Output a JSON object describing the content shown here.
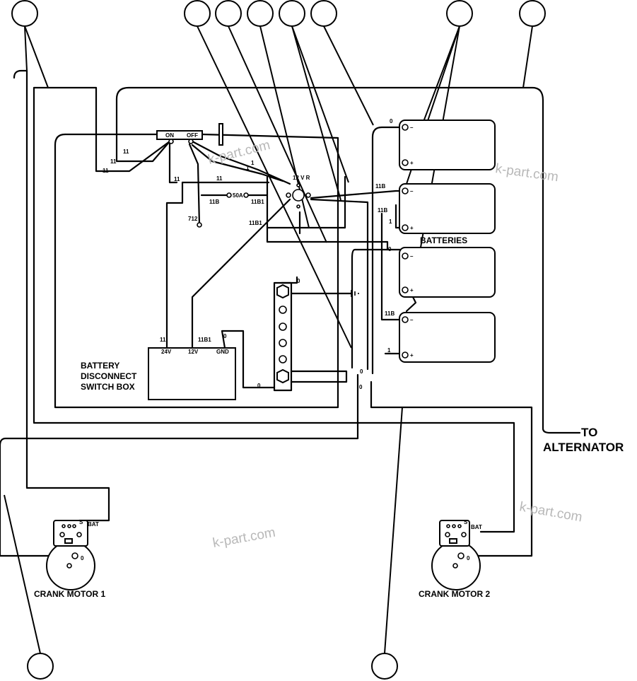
{
  "labels": {
    "battery_box": [
      "BATTERY",
      "DISCONNECT",
      "SWITCH BOX"
    ],
    "switch_on": "ON",
    "switch_off": "OFF",
    "box_24v": "24V",
    "box_12v": "12V",
    "box_gnd": "GND",
    "batteries": "BATTERIES",
    "relay": "12 V R",
    "fuse": "50A",
    "to_alternator": [
      "TO",
      "ALTERNATOR"
    ],
    "crank_motor_1": "CRANK MOTOR 1",
    "crank_motor_2": "CRANK MOTOR 2",
    "bat_1": "BAT",
    "bat_2": "BAT",
    "terminal_s": "S",
    "terminal_0": "0",
    "plus": "+",
    "minus": "–"
  },
  "wire_labels": {
    "w11_a": "11",
    "w11_b": "11",
    "w11_c": "11",
    "w11_d": "11",
    "w11_e": "11",
    "w11_f": "11",
    "w1_a": "1",
    "w1_b": "1",
    "w1_c": "1",
    "w1_d": "1",
    "w11b_a": "11B",
    "w11b_b": "11B",
    "w11b_c": "11B",
    "w11b_d": "11B",
    "w11b1_a": "11B1",
    "w11b1_b": "11B1",
    "w11b1_c": "11B1",
    "w712": "712",
    "w0_a": "0",
    "w0_b": "0",
    "w0_c": "0",
    "w0_d": "0",
    "w0_e": "0",
    "w0_f": "0",
    "w0_g": "0"
  },
  "watermarks": [
    "k-part.com",
    "k-part.com",
    "k-part.com",
    "k-part.com"
  ]
}
